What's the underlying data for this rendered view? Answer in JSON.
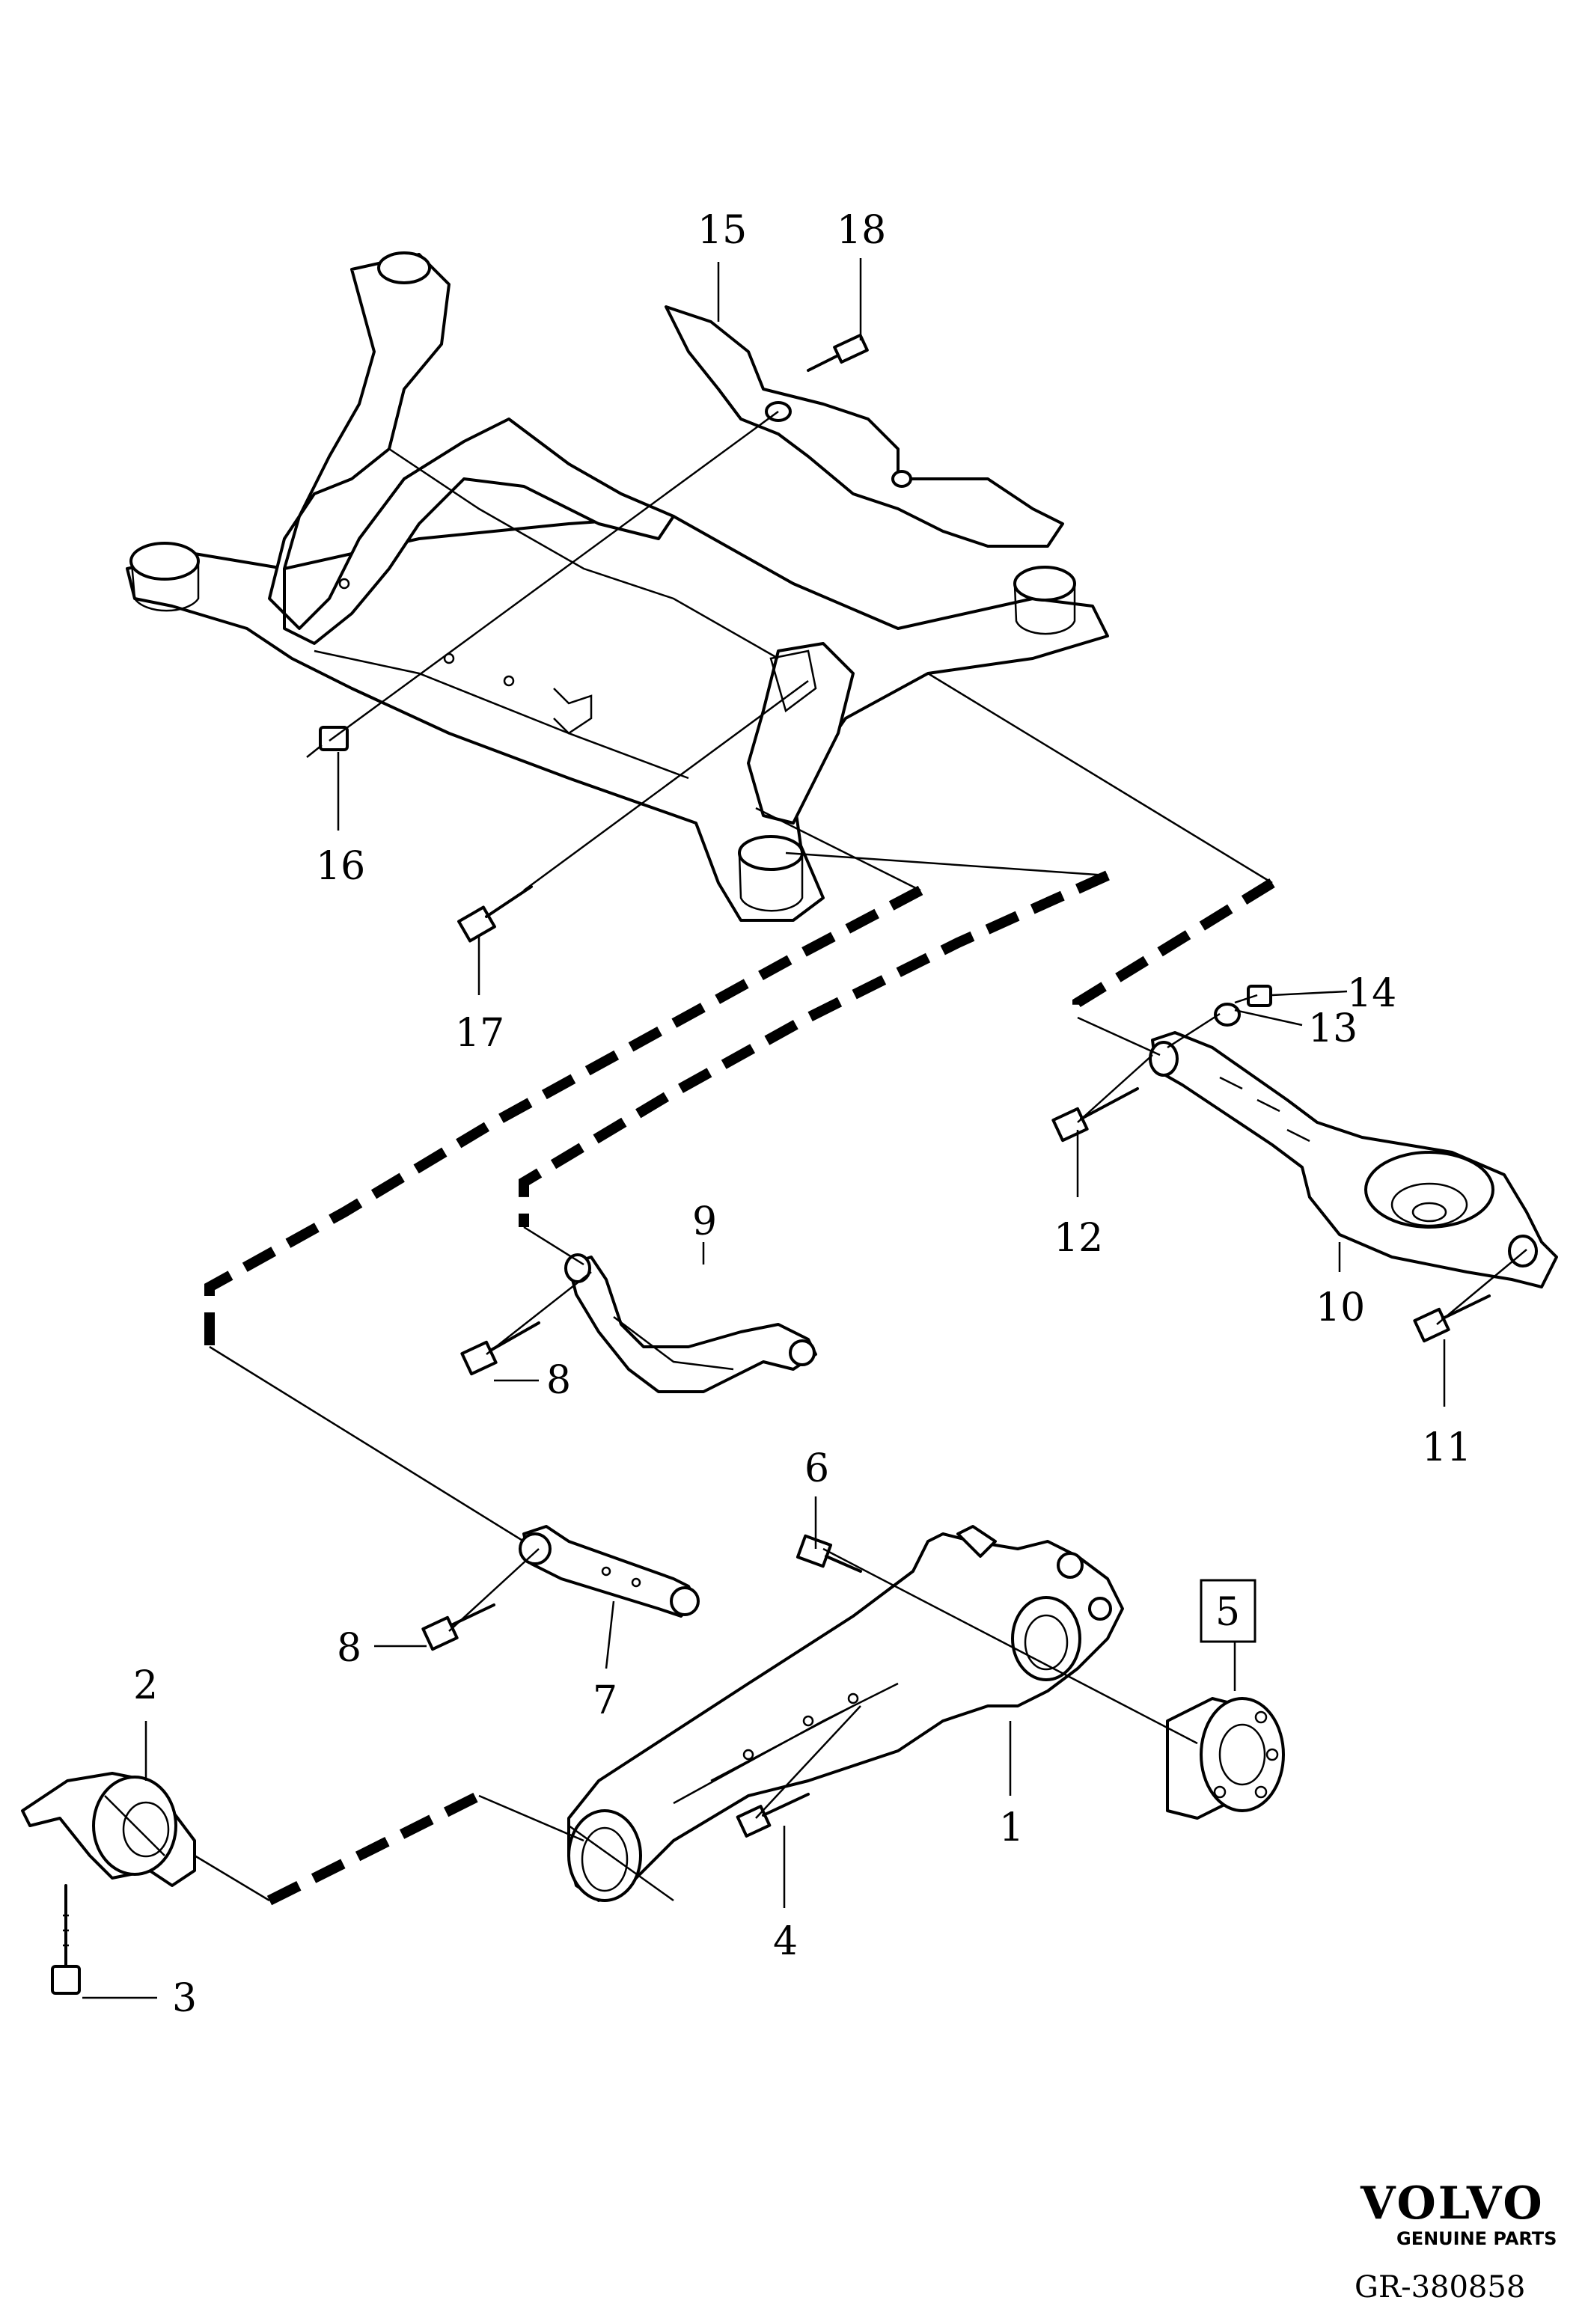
{
  "diagram": {
    "callouts": {
      "c1": "1",
      "c2": "2",
      "c3": "3",
      "c4": "4",
      "c5": "5",
      "c6": "6",
      "c7": "7",
      "c8a": "8",
      "c8b": "8",
      "c9": "9",
      "c10": "10",
      "c11": "11",
      "c12": "12",
      "c13": "13",
      "c14": "14",
      "c15": "15",
      "c16": "16",
      "c17": "17",
      "c18": "18"
    },
    "brand": {
      "name": "VOLVO",
      "tagline": "GENUINE PARTS",
      "reference": "GR-380858"
    }
  }
}
